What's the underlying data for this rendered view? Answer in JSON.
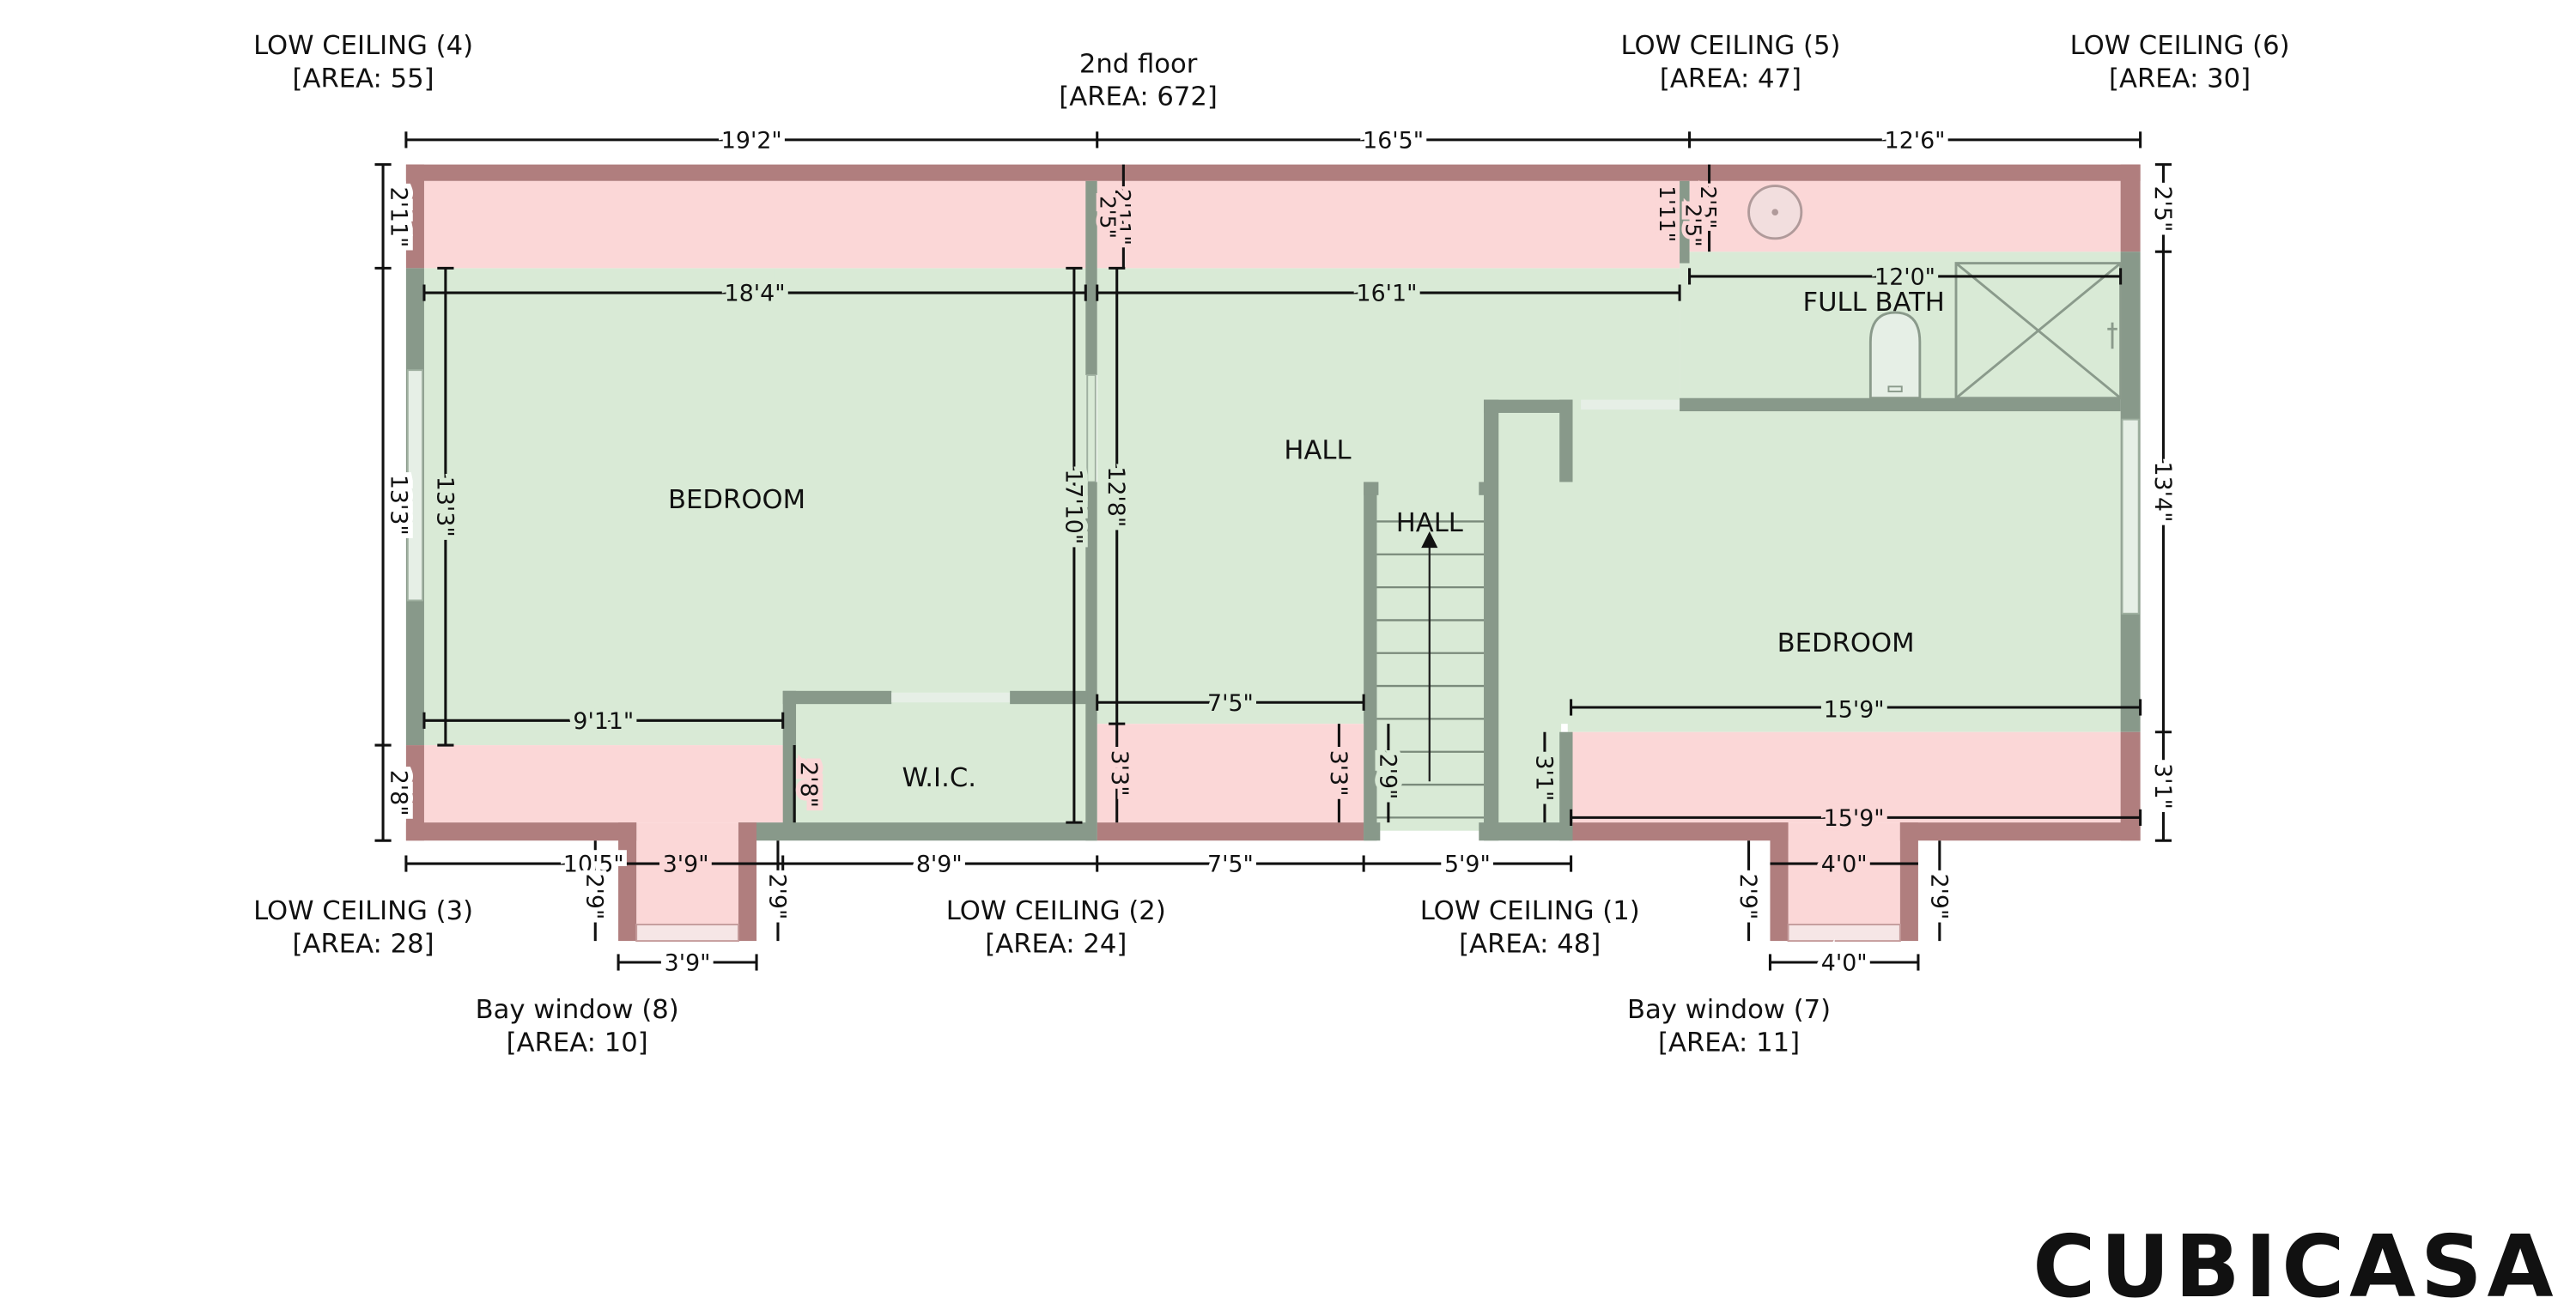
{
  "floor": {
    "name": "2nd floor",
    "area": "[AREA: 672]"
  },
  "rooms": {
    "bedroom_left": "BEDROOM",
    "hall_main": "HALL",
    "hall_stair": "HALL",
    "wic": "W.I.C.",
    "full_bath": "FULL BATH",
    "bedroom_right": "BEDROOM"
  },
  "callouts": [
    {
      "name": "LOW CEILING (4)",
      "area": "[AREA: 55]"
    },
    {
      "name": "LOW CEILING (5)",
      "area": "[AREA: 47]"
    },
    {
      "name": "LOW CEILING (6)",
      "area": "[AREA: 30]"
    },
    {
      "name": "LOW CEILING (3)",
      "area": "[AREA: 28]"
    },
    {
      "name": "LOW CEILING (2)",
      "area": "[AREA: 24]"
    },
    {
      "name": "LOW CEILING (1)",
      "area": "[AREA: 48]"
    },
    {
      "name": "Bay window (8)",
      "area": "[AREA: 10]"
    },
    {
      "name": "Bay window (7)",
      "area": "[AREA: 11]"
    }
  ],
  "dimensions": {
    "top_1": "19'2\"",
    "top_2": "16'5\"",
    "top_3": "12'6\"",
    "left_1": "2'11\"",
    "left_2": "13'3\"",
    "left_3": "2'8\"",
    "right_1": "2'5\"",
    "right_2": "13'4\"",
    "right_3": "3'1\"",
    "bed_l_width": "18'4\"",
    "bed_l_height": "13'3\"",
    "bed_l_lower": "9'11\"",
    "hall_top": "16'1\"",
    "hall_height": "12'8\"",
    "partition_height": "17'10\"",
    "hall_lower": "7'5\"",
    "bath_width": "12'0\"",
    "small_a": "2'11\"",
    "small_b": "2'5\"",
    "small_c": "1'11\"",
    "small_d": "2'5\"",
    "small_e": "2'5\"",
    "wic_side": "2'8\"",
    "low2_h": "3'3\"",
    "low2_h2": "3'3\"",
    "stair_h": "2'9\"",
    "low1_h": "3'1\"",
    "bed_r_width": "15'9\"",
    "bed_r_lower": "15'9\"",
    "bot_1": "10'5\"",
    "bot_2": "3'9\"",
    "bot_3": "8'9\"",
    "bot_4": "7'5\"",
    "bot_5": "5'9\"",
    "bay8_l": "2'9\"",
    "bay8_r": "2'9\"",
    "bay8_w": "3'9\"",
    "bay7_l": "2'9\"",
    "bay7_r": "2'9\"",
    "bay7_top": "4'0\"",
    "bay7_w": "4'0\""
  },
  "brand": "CUBICASA",
  "colors": {
    "room_fill": "#d9ead6",
    "low_ceiling_fill": "#fbd7d7",
    "wall_main": "#88998a",
    "wall_low": "#b07e7e"
  }
}
